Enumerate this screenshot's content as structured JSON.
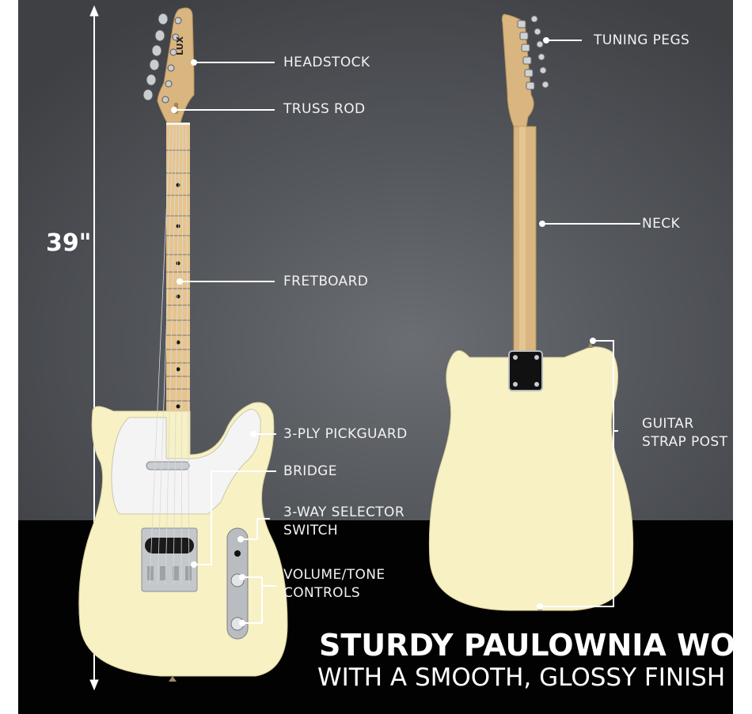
{
  "dimension": {
    "label": "39\""
  },
  "front_callouts": [
    {
      "id": "headstock",
      "label": "HEADSTOCK"
    },
    {
      "id": "truss-rod",
      "label": "TRUSS ROD"
    },
    {
      "id": "fretboard",
      "label": "FRETBOARD"
    },
    {
      "id": "pickguard",
      "label": "3-PLY PICKGUARD"
    },
    {
      "id": "bridge",
      "label": "BRIDGE"
    },
    {
      "id": "selector",
      "label_line1": "3-WAY SELECTOR",
      "label_line2": "SWITCH"
    },
    {
      "id": "controls",
      "label_line1": "VOLUME/TONE",
      "label_line2": "CONTROLS"
    }
  ],
  "back_callouts": [
    {
      "id": "tuning-pegs",
      "label": "TUNING PEGS"
    },
    {
      "id": "neck",
      "label": "NECK"
    },
    {
      "id": "strap-post",
      "label_line1": "GUITAR",
      "label_line2": "STRAP POST"
    }
  ],
  "tagline": {
    "headline": "STURDY PAULOWNIA WOOD",
    "subline": "WITH A SMOOTH, GLOSSY FINISH"
  },
  "colors": {
    "body": "#f7f1c4",
    "maple": "#e6c48e",
    "pickguard": "#f4f4f4",
    "background_top": "#55585d",
    "floor": "#020202"
  }
}
